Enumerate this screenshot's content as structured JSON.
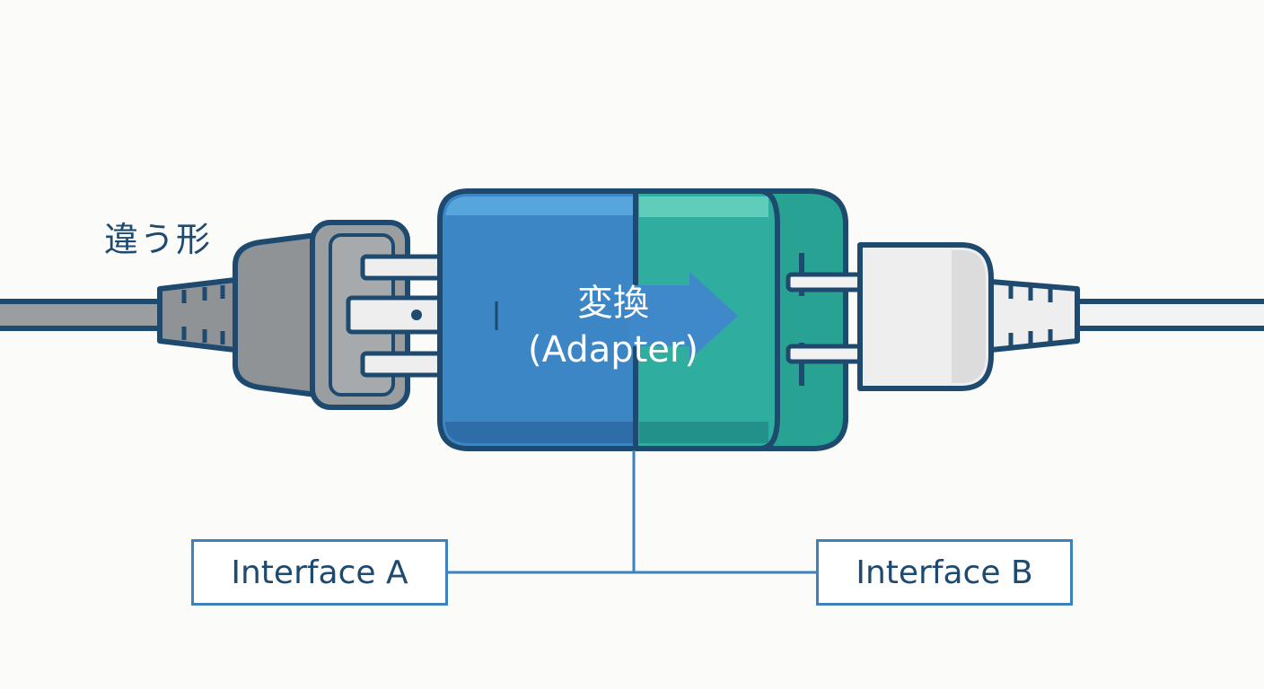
{
  "diagram": {
    "shape_label": "違う形",
    "adapter": {
      "title": "変換",
      "subtitle": "(Adapter)"
    },
    "interface_a": "Interface A",
    "interface_b": "Interface B"
  },
  "colors": {
    "outline": "#1d4a6e",
    "adapter_blue": "#3d86c6",
    "adapter_teal": "#2fae9f",
    "plug_gray": "#8f9396",
    "plug_white": "#eeeeee",
    "connector_line": "#3e82bd"
  }
}
